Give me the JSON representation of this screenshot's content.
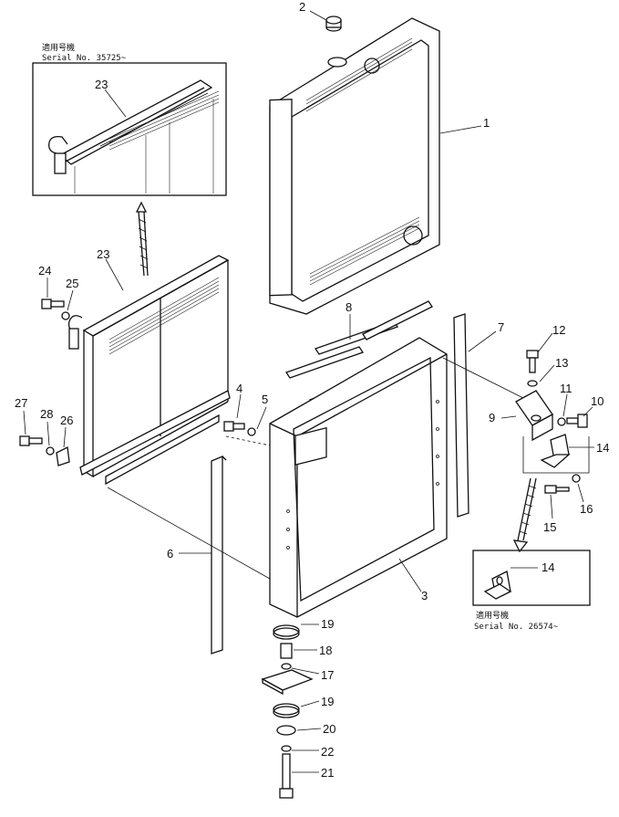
{
  "inset_top": {
    "line1": "適用号機",
    "line2": "Serial  No. 35725~"
  },
  "inset_bottom": {
    "line1": "適用号機",
    "line2": "Serial  No. 26574~"
  },
  "callouts": {
    "c1": "1",
    "c2": "2",
    "c3": "3",
    "c4": "4",
    "c5": "5",
    "c6": "6",
    "c7": "7",
    "c8": "8",
    "c9": "9",
    "c10": "10",
    "c11": "11",
    "c12": "12",
    "c13": "13",
    "c14a": "14",
    "c14b": "14",
    "c15": "15",
    "c16": "16",
    "c17": "17",
    "c18": "18",
    "c19a": "19",
    "c19b": "19",
    "c20": "20",
    "c21": "21",
    "c22": "22",
    "c23a": "23",
    "c23b": "23",
    "c24": "24",
    "c25": "25",
    "c26": "26",
    "c27": "27",
    "c28": "28"
  }
}
